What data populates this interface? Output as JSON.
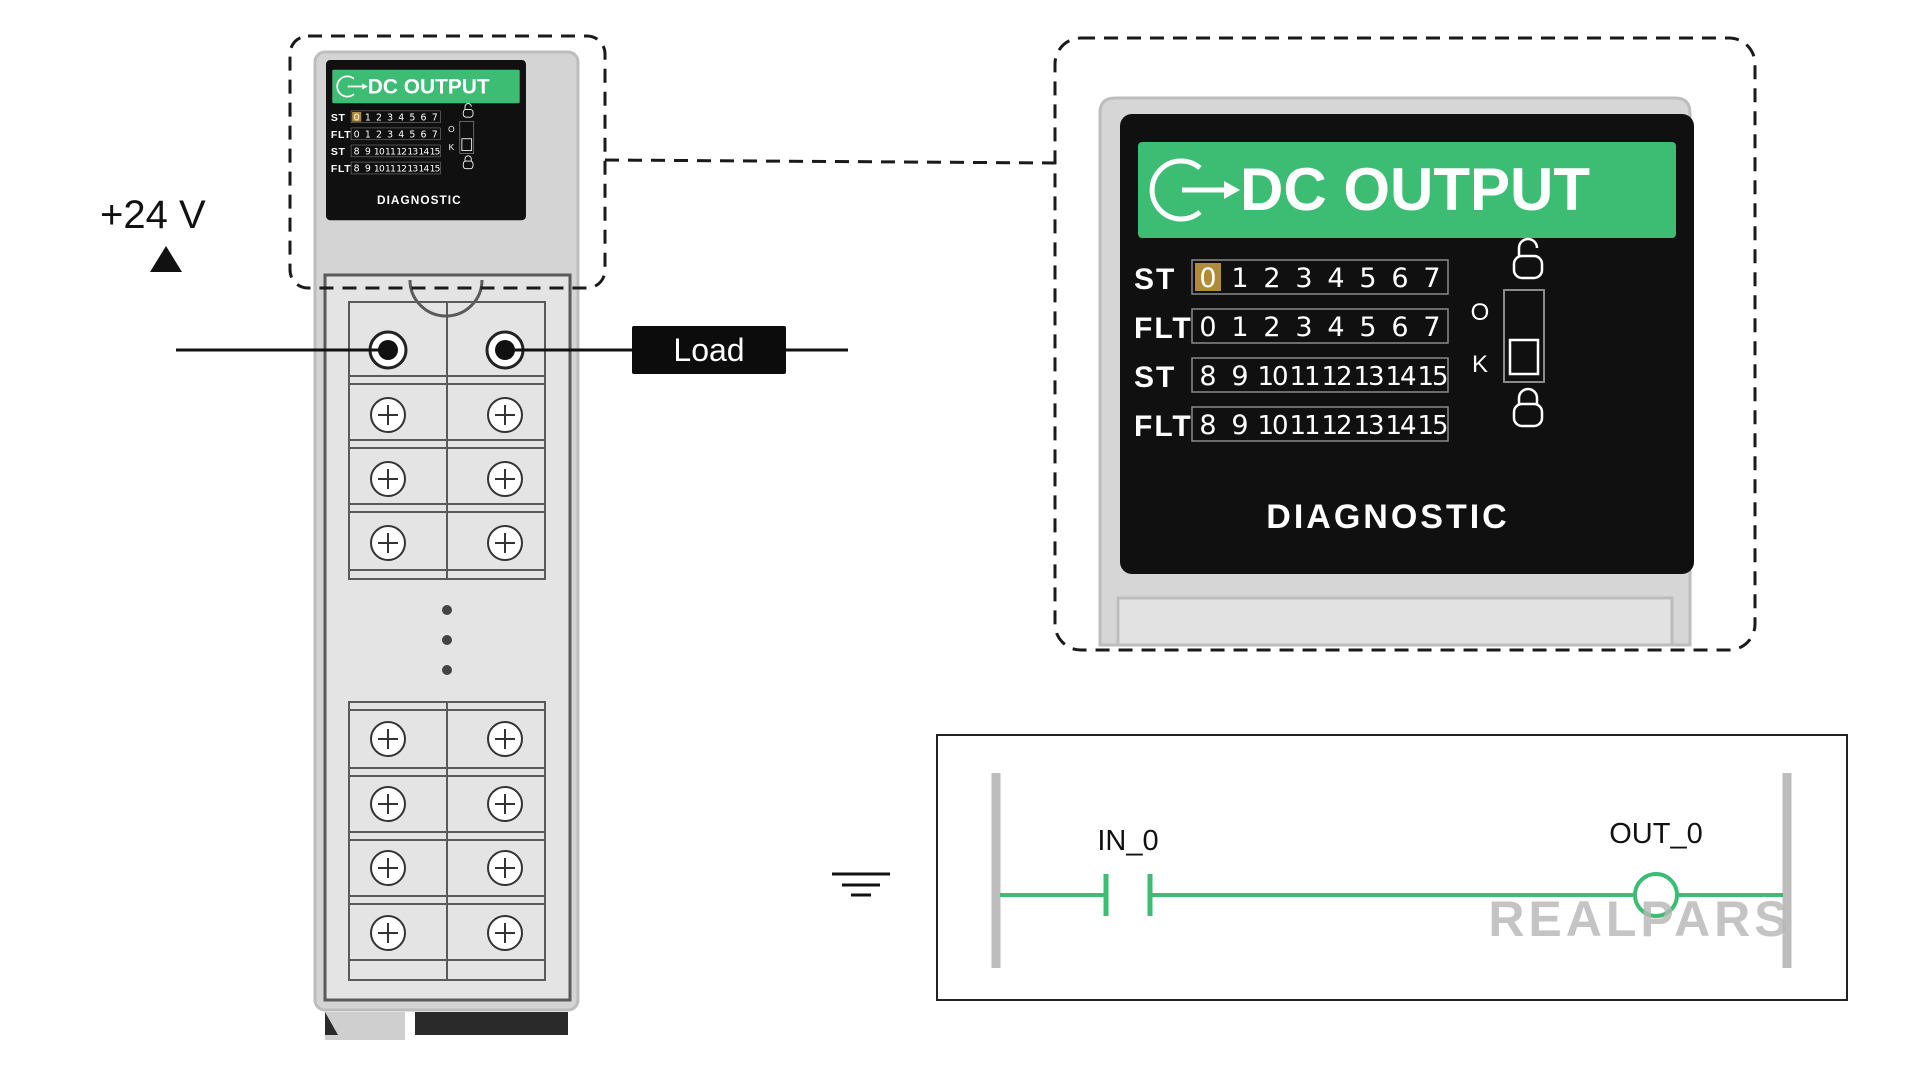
{
  "supply": {
    "label": "+24 V"
  },
  "load": {
    "label": "Load"
  },
  "module": {
    "title": "DC OUTPUT",
    "rows": [
      {
        "label": "ST",
        "channels": [
          "0",
          "1",
          "2",
          "3",
          "4",
          "5",
          "6",
          "7"
        ],
        "highlight": 0
      },
      {
        "label": "FLT",
        "channels": [
          "0",
          "1",
          "2",
          "3",
          "4",
          "5",
          "6",
          "7"
        ],
        "highlight": -1
      },
      {
        "label": "ST",
        "channels": [
          "8",
          "9",
          "10",
          "11",
          "12",
          "13",
          "14",
          "15"
        ],
        "highlight": -1
      },
      {
        "label": "FLT",
        "channels": [
          "8",
          "9",
          "10",
          "11",
          "12",
          "13",
          "14",
          "15"
        ],
        "highlight": -1
      }
    ],
    "ok_letters": [
      "O",
      "K"
    ],
    "footer": "DIAGNOSTIC"
  },
  "ladder": {
    "contact_label": "IN_0",
    "coil_label": "OUT_0",
    "watermark": "REALPARS"
  },
  "colors": {
    "accent_green": "#3dbd74",
    "highlight_gold": "#b08c3a",
    "module_gray": "#d6d6d6",
    "panel_black": "#101010",
    "rail_gray": "#bdbdbd"
  }
}
